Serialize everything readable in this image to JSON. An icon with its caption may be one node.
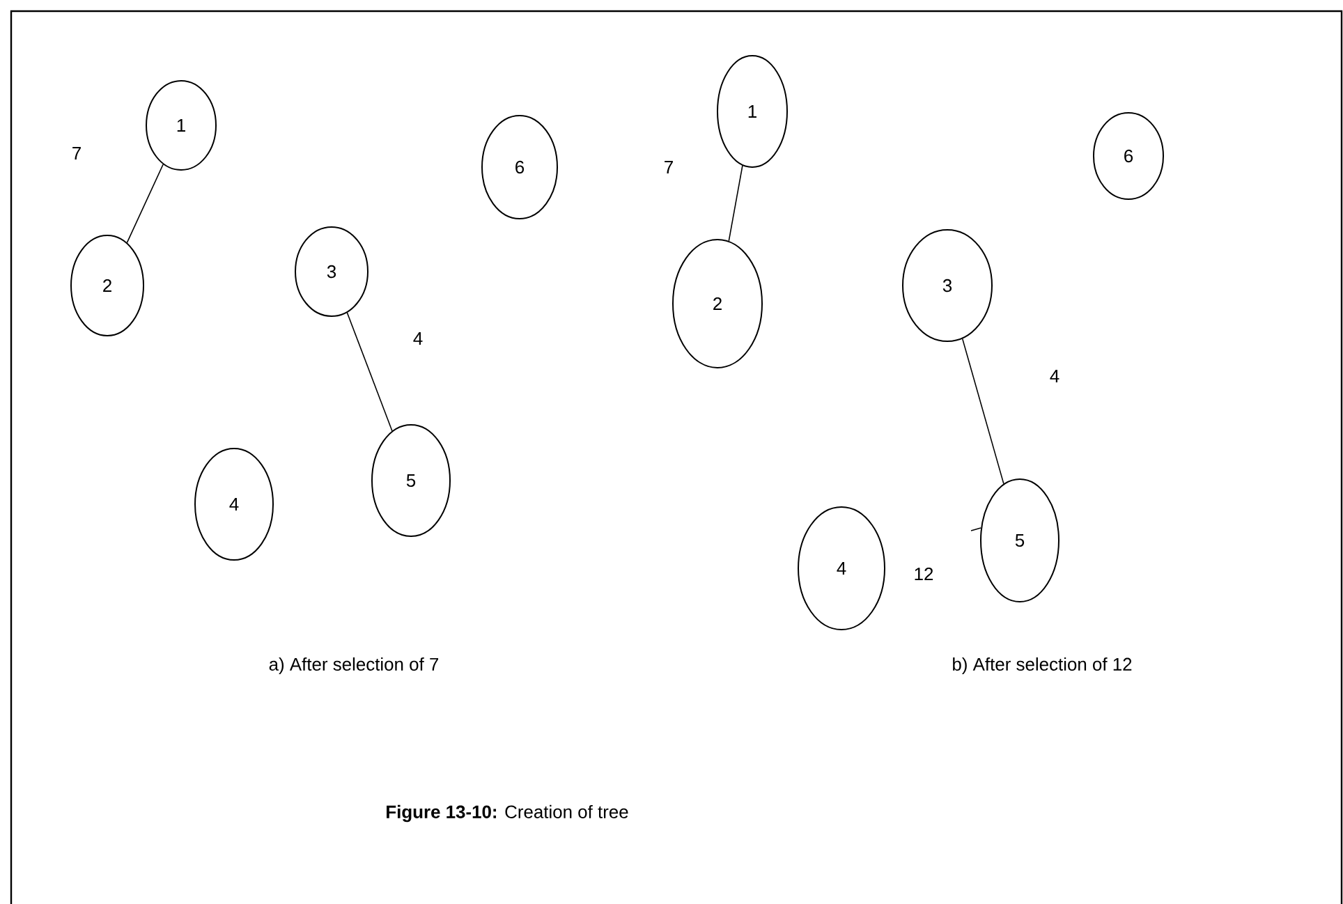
{
  "diagram": {
    "caption": "**Figure 13-10:** Creation of tree",
    "nodes": [
      {
        "text": [
          "1"
        ]
      },
      {
        "text": [
          "2"
        ]
      },
      {
        "text": [
          "3"
        ]
      },
      {
        "text": [
          "4"
        ]
      },
      {
        "text": [
          "5"
        ]
      },
      {
        "text": [
          "6"
        ]
      },
      {
        "text": [
          "1"
        ]
      },
      {
        "text": [
          "2"
        ]
      },
      {
        "text": [
          "3"
        ]
      },
      {
        "text": [
          "4"
        ]
      },
      {
        "text": [
          "5"
        ]
      },
      {
        "text": [
          "6"
        ]
      }
    ],
    "edges": [
      {
        "from": 0,
        "to": 1,
        "arrow": "none",
        "label": "7"
      },
      {
        "from": 2,
        "to": 4,
        "arrow": "none",
        "label": "4"
      },
      {
        "from": 6,
        "to": 7,
        "arrow": "none",
        "label": "7"
      },
      {
        "from": 8,
        "to": 10,
        "arrow": "none",
        "label": "4"
      }
    ],
    "labels": [
      "12",
      "a) After selection of 7",
      "b) After selection of 12"
    ]
  }
}
